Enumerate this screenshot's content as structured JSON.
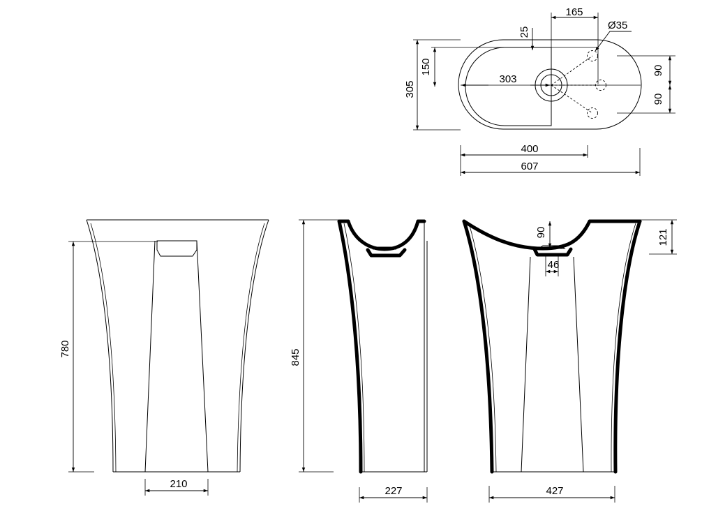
{
  "dimensions": {
    "top_165": "165",
    "top_dia35": "Ø35",
    "top_25": "25",
    "top_150": "150",
    "top_305": "305",
    "top_303": "303",
    "top_90_upper": "90",
    "top_90_lower": "90",
    "top_400": "400",
    "top_607": "607",
    "front_780": "780",
    "front_210": "210",
    "side_845": "845",
    "side_227": "227",
    "section_90": "90",
    "section_46": "46",
    "section_121": "121",
    "section_427": "427"
  }
}
